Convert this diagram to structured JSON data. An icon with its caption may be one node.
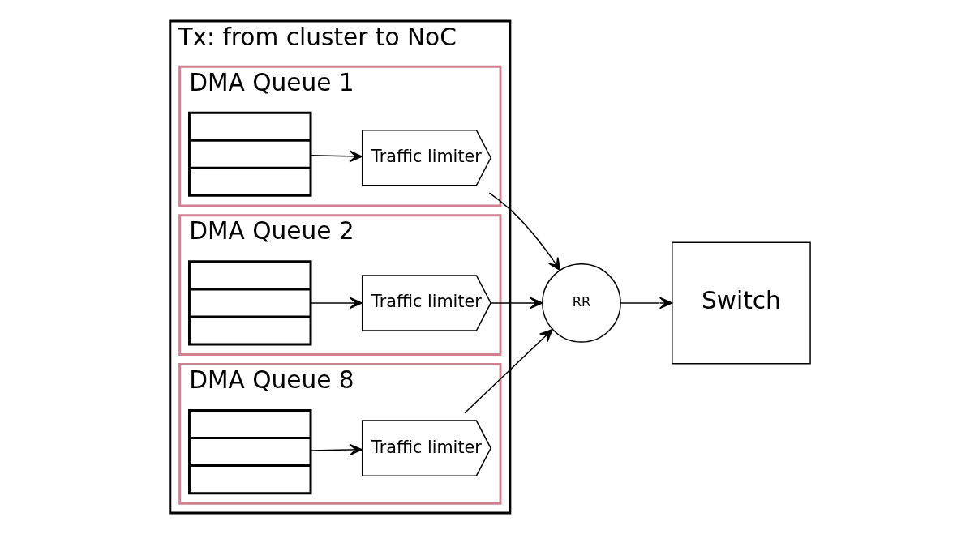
{
  "diagram": {
    "nodes": [
      {
        "text": [
          "Tx: from cluster to NoC"
        ]
      },
      {
        "text": [
          "DMA Queue 1"
        ],
        "in": 0
      },
      {
        "text": [],
        "shape": "box",
        "in": 1
      },
      {
        "text": [
          "Traffic limiter"
        ],
        "in": 1
      },
      {
        "text": [
          "DMA Queue 2"
        ],
        "in": 0
      },
      {
        "text": [],
        "shape": "box",
        "in": 4
      },
      {
        "text": [
          "Traffic limiter"
        ],
        "in": 4
      },
      {
        "text": [
          "DMA Queue 8"
        ],
        "in": 0
      },
      {
        "text": [],
        "shape": "box",
        "in": 7
      },
      {
        "text": [
          "Traffic limiter"
        ],
        "in": 7
      },
      {
        "text": [
          "RR"
        ]
      },
      {
        "text": [
          "Switch"
        ]
      }
    ],
    "edges": [
      {
        "from": 2,
        "to": 3,
        "arrow": "to"
      },
      {
        "from": 5,
        "to": 6,
        "arrow": "to"
      },
      {
        "from": 8,
        "to": 9,
        "arrow": "to"
      },
      {
        "from": 3,
        "to": 10,
        "arrow": "to"
      },
      {
        "from": 6,
        "to": 10,
        "arrow": "to"
      },
      {
        "from": 9,
        "to": 10,
        "arrow": "to"
      },
      {
        "from": 10,
        "to": 11,
        "arrow": "to"
      }
    ]
  }
}
